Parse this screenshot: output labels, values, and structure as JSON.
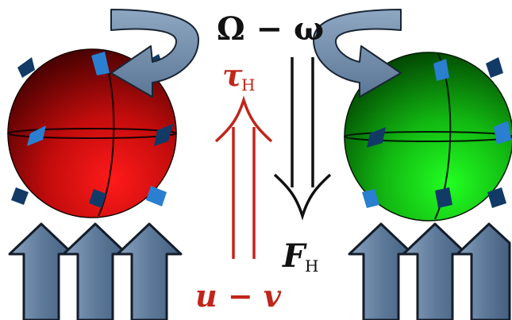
{
  "labels": {
    "omega": {
      "main": "Ω − ω",
      "color": "#111111"
    },
    "tau": {
      "main": "τ",
      "sub": "H",
      "color": "#c0261b"
    },
    "force": {
      "main": "F",
      "sub": "H",
      "color": "#111111"
    },
    "velocity": {
      "main": "u − v",
      "color": "#c0261b"
    }
  },
  "colors": {
    "left_sphere": "#d01010",
    "right_sphere": "#10c010",
    "flow_arrow_fill": "#5a7594",
    "flow_arrow_stroke": "#141d2a",
    "rotation_arrow_fill": "#6f8aa6",
    "patch_light": "#2a7fd0",
    "patch_dark": "#123a66",
    "torque_arrow": "#c0261b",
    "force_arrow": "#111111"
  },
  "icons": [
    "rotation-arrow-icon",
    "flow-arrow-icon",
    "sphere-icon",
    "double-arrow-icon"
  ]
}
